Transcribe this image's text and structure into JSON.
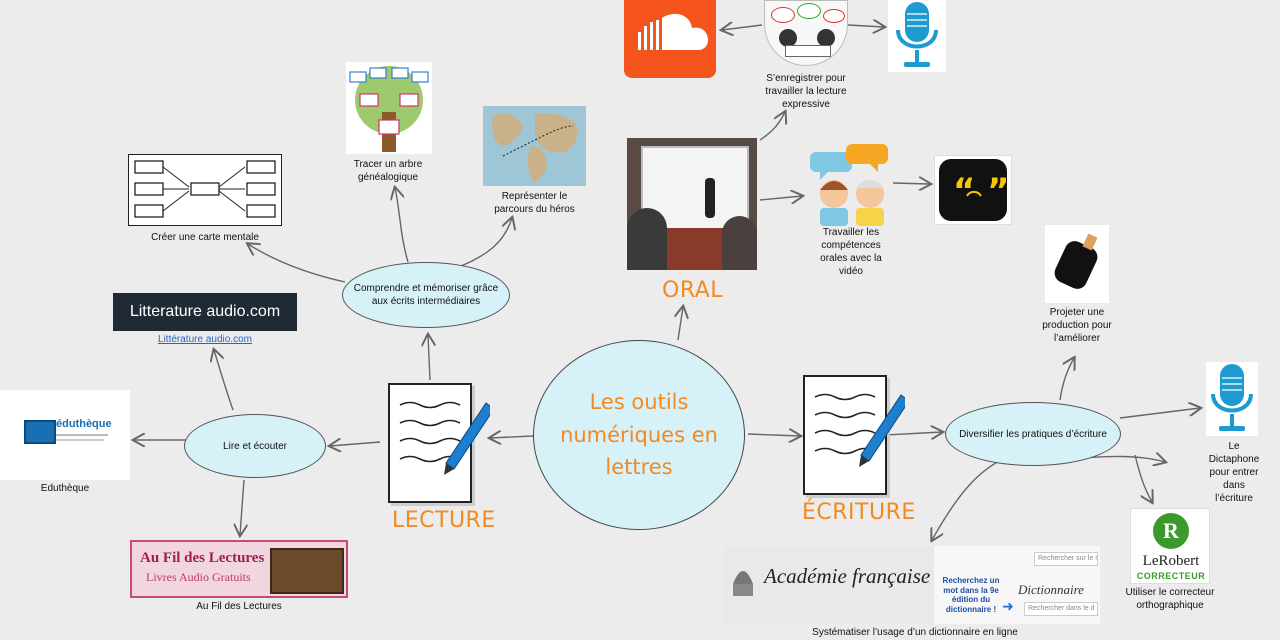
{
  "center": {
    "line1": "Les outils",
    "line2": "numériques en",
    "line3": "lettres"
  },
  "categories": {
    "oral": "ORAL",
    "lecture": "LECTURE",
    "ecriture": "ÉCRITURE"
  },
  "nodes": {
    "comprendre": "Comprendre et  mémoriser grâce aux écrits intermédiaires",
    "lire": "Lire et écouter",
    "diversifier": "Diversifier les pratiques d’écriture"
  },
  "captions": {
    "carte_mentale": "Créer une carte mentale",
    "arbre": "Tracer un arbre généalogique",
    "parcours": "Représenter le parcours du héros",
    "enregistrer": "S’enregistrer pour travailler la lecture expressive",
    "competences": "Travailler les compétences orales avec la vidéo",
    "projeter": "Projeter une production pour l’améliorer",
    "dictaphone": "Le Dictaphone pour entrer dans l’écriture",
    "correcteur": "Utiliser le correcteur orthographique",
    "dictionnaire": "Systématiser l’usage d’un dictionnaire en ligne",
    "litterature_link": "Littérature audio.com",
    "edutheque": "Eduthèque",
    "au_fil": "Au Fil des Lectures"
  },
  "logos": {
    "litterature_audio": "Litterature audio.com",
    "edutheque": "éduthèque",
    "au_fil_title": "Au Fil des Lectures",
    "au_fil_sub": "Livres Audio Gratuits",
    "academie": "Académie française",
    "academie_promo": "Recherchez un mot dans la 9e édition du dictionnaire !",
    "dictionnaire": "Dictionnaire",
    "search1": "Rechercher sur le sit",
    "search2": "Rechercher dans le d",
    "robert_main": "LeRobert",
    "robert_sub": "CORRECTEUR"
  },
  "colors": {
    "accent": "#f28a21",
    "bubble": "#d7f1f8",
    "soundcloud": "#f5541d",
    "mic": "#1d9bd1",
    "robert": "#3a9a2a"
  },
  "icons": [
    "soundcloud-icon",
    "microphone-icon",
    "podcast-quotes-icon",
    "chromecast-icon",
    "pen-icon",
    "globe-map-icon",
    "family-tree-icon",
    "mind-map-icon"
  ]
}
